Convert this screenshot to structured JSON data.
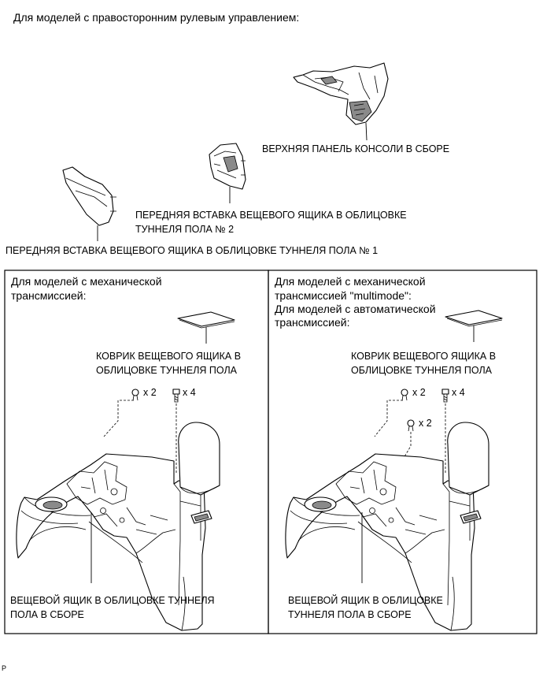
{
  "header": {
    "title": "Для моделей с правосторонним рулевым управлением:"
  },
  "top_parts": {
    "upper_panel": "ВЕРХНЯЯ ПАНЕЛЬ КОНСОЛИ В СБОРЕ",
    "insert2_line1": "ПЕРЕДНЯЯ ВСТАВКА ВЕЩЕВОГО ЯЩИКА В ОБЛИЦОВКЕ",
    "insert2_line2": "ТУННЕЛЯ ПОЛА № 2",
    "insert1": "ПЕРЕДНЯЯ ВСТАВКА ВЕЩЕВОГО ЯЩИКА В ОБЛИЦОВКЕ ТУННЕЛЯ ПОЛА № 1"
  },
  "left_panel": {
    "cond_line1": "Для моделей с механической",
    "cond_line2": "трансмиссией:",
    "mat_line1": "КОВРИК ВЕЩЕВОГО ЯЩИКА В",
    "mat_line2": "ОБЛИЦОВКЕ ТУННЕЛЯ ПОЛА",
    "clip_qty": "x 2",
    "screw_qty": "x 4",
    "box_line1": "ВЕЩЕВОЙ ЯЩИК В ОБЛИЦОВКЕ ТУННЕЛЯ",
    "box_line2": "ПОЛА В СБОРЕ"
  },
  "right_panel": {
    "cond1_line1": "Для моделей с механической",
    "cond1_line2": "трансмиссией \"multimode\":",
    "cond2_line1": "Для моделей с автоматической",
    "cond2_line2": "трансмиссией:",
    "mat_line1": "КОВРИК ВЕЩЕВОГО ЯЩИКА В",
    "mat_line2": "ОБЛИЦОВКЕ ТУННЕЛЯ ПОЛА",
    "clip_qty": "x 2",
    "screw_qty": "x 4",
    "clip2_qty": "x 2",
    "box_line1": "ВЕЩЕВОЙ ЯЩИК В ОБЛИЦОВКЕ",
    "box_line2": "ТУННЕЛЯ ПОЛА В СБОРЕ"
  },
  "footer": {
    "code": "P"
  }
}
